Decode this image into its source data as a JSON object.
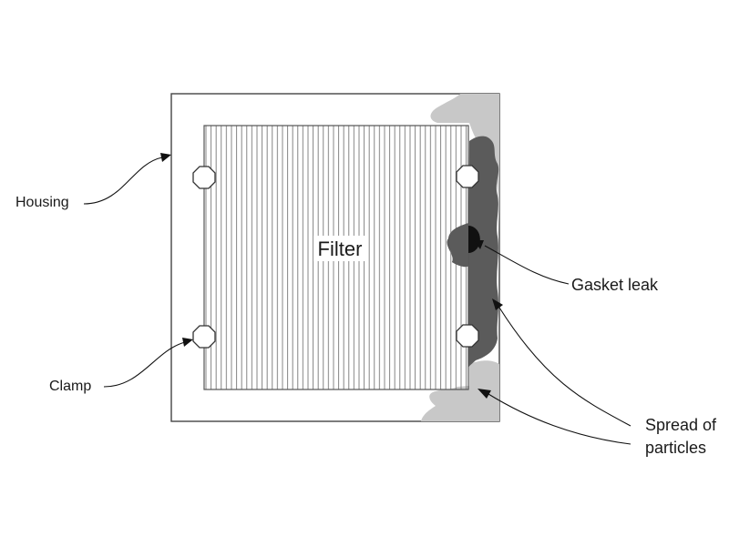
{
  "labels": {
    "filter": "Filter",
    "housing": "Housing",
    "clamp": "Clamp",
    "gasket_leak": "Gasket leak",
    "spread_line1": "Spread of",
    "spread_line2": "particles"
  },
  "colors": {
    "housing_stroke": "#444444",
    "filter_stroke": "#555555",
    "stripe": "#777777",
    "spread_light": "#c8c8c8",
    "spread_dark": "#5b5b5b",
    "leak": "#111111"
  }
}
